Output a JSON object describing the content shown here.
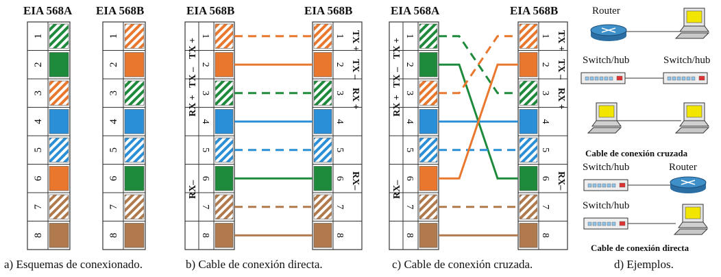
{
  "panel_a": {
    "header_a": "EIA 568A",
    "header_b": "EIA 568B",
    "caption": "a) Esquemas de conexionado.",
    "pins": [
      "1",
      "2",
      "3",
      "4",
      "5",
      "6",
      "7",
      "8"
    ],
    "colors_568a": [
      "green-stripe",
      "green",
      "orange-stripe",
      "blue",
      "blue-stripe",
      "orange",
      "brown-stripe",
      "brown"
    ],
    "colors_568b": [
      "orange-stripe",
      "orange",
      "green-stripe",
      "blue",
      "blue-stripe",
      "green",
      "brown-stripe",
      "brown"
    ]
  },
  "panel_b": {
    "header_left": "EIA 568B",
    "header_right": "EIA 568B",
    "caption": "b) Cable de conexión directa.",
    "signals": {
      "tx_plus": "TX +",
      "tx_minus": "TX –",
      "rx_plus": "RX +",
      "rx_minus": "RX–"
    }
  },
  "panel_c": {
    "header_left": "EIA 568A",
    "header_right": "EIA 568B",
    "caption": "c) Cable de conexión cruzada.",
    "signals": {
      "tx_plus": "TX +",
      "tx_minus": "TX –",
      "rx_plus": "RX +",
      "rx_minus": "RX–"
    }
  },
  "panel_d": {
    "router_label_top": "Router",
    "switch_hub_left": "Switch/hub",
    "switch_hub_right": "Switch/hub",
    "crossover_caption": "Cable de conexión cruzada",
    "switch_hub_3": "Switch/hub",
    "router_label_mid": "Router",
    "switch_hub_4": "Switch/hub",
    "direct_caption": "Cable de conexión directa",
    "caption": "d) Ejemplos."
  },
  "colors": {
    "green": "#1e8a3c",
    "orange": "#e9772e",
    "blue": "#2a8fd6",
    "brown": "#b07a4c",
    "router_blue": "#3f8fc9"
  }
}
